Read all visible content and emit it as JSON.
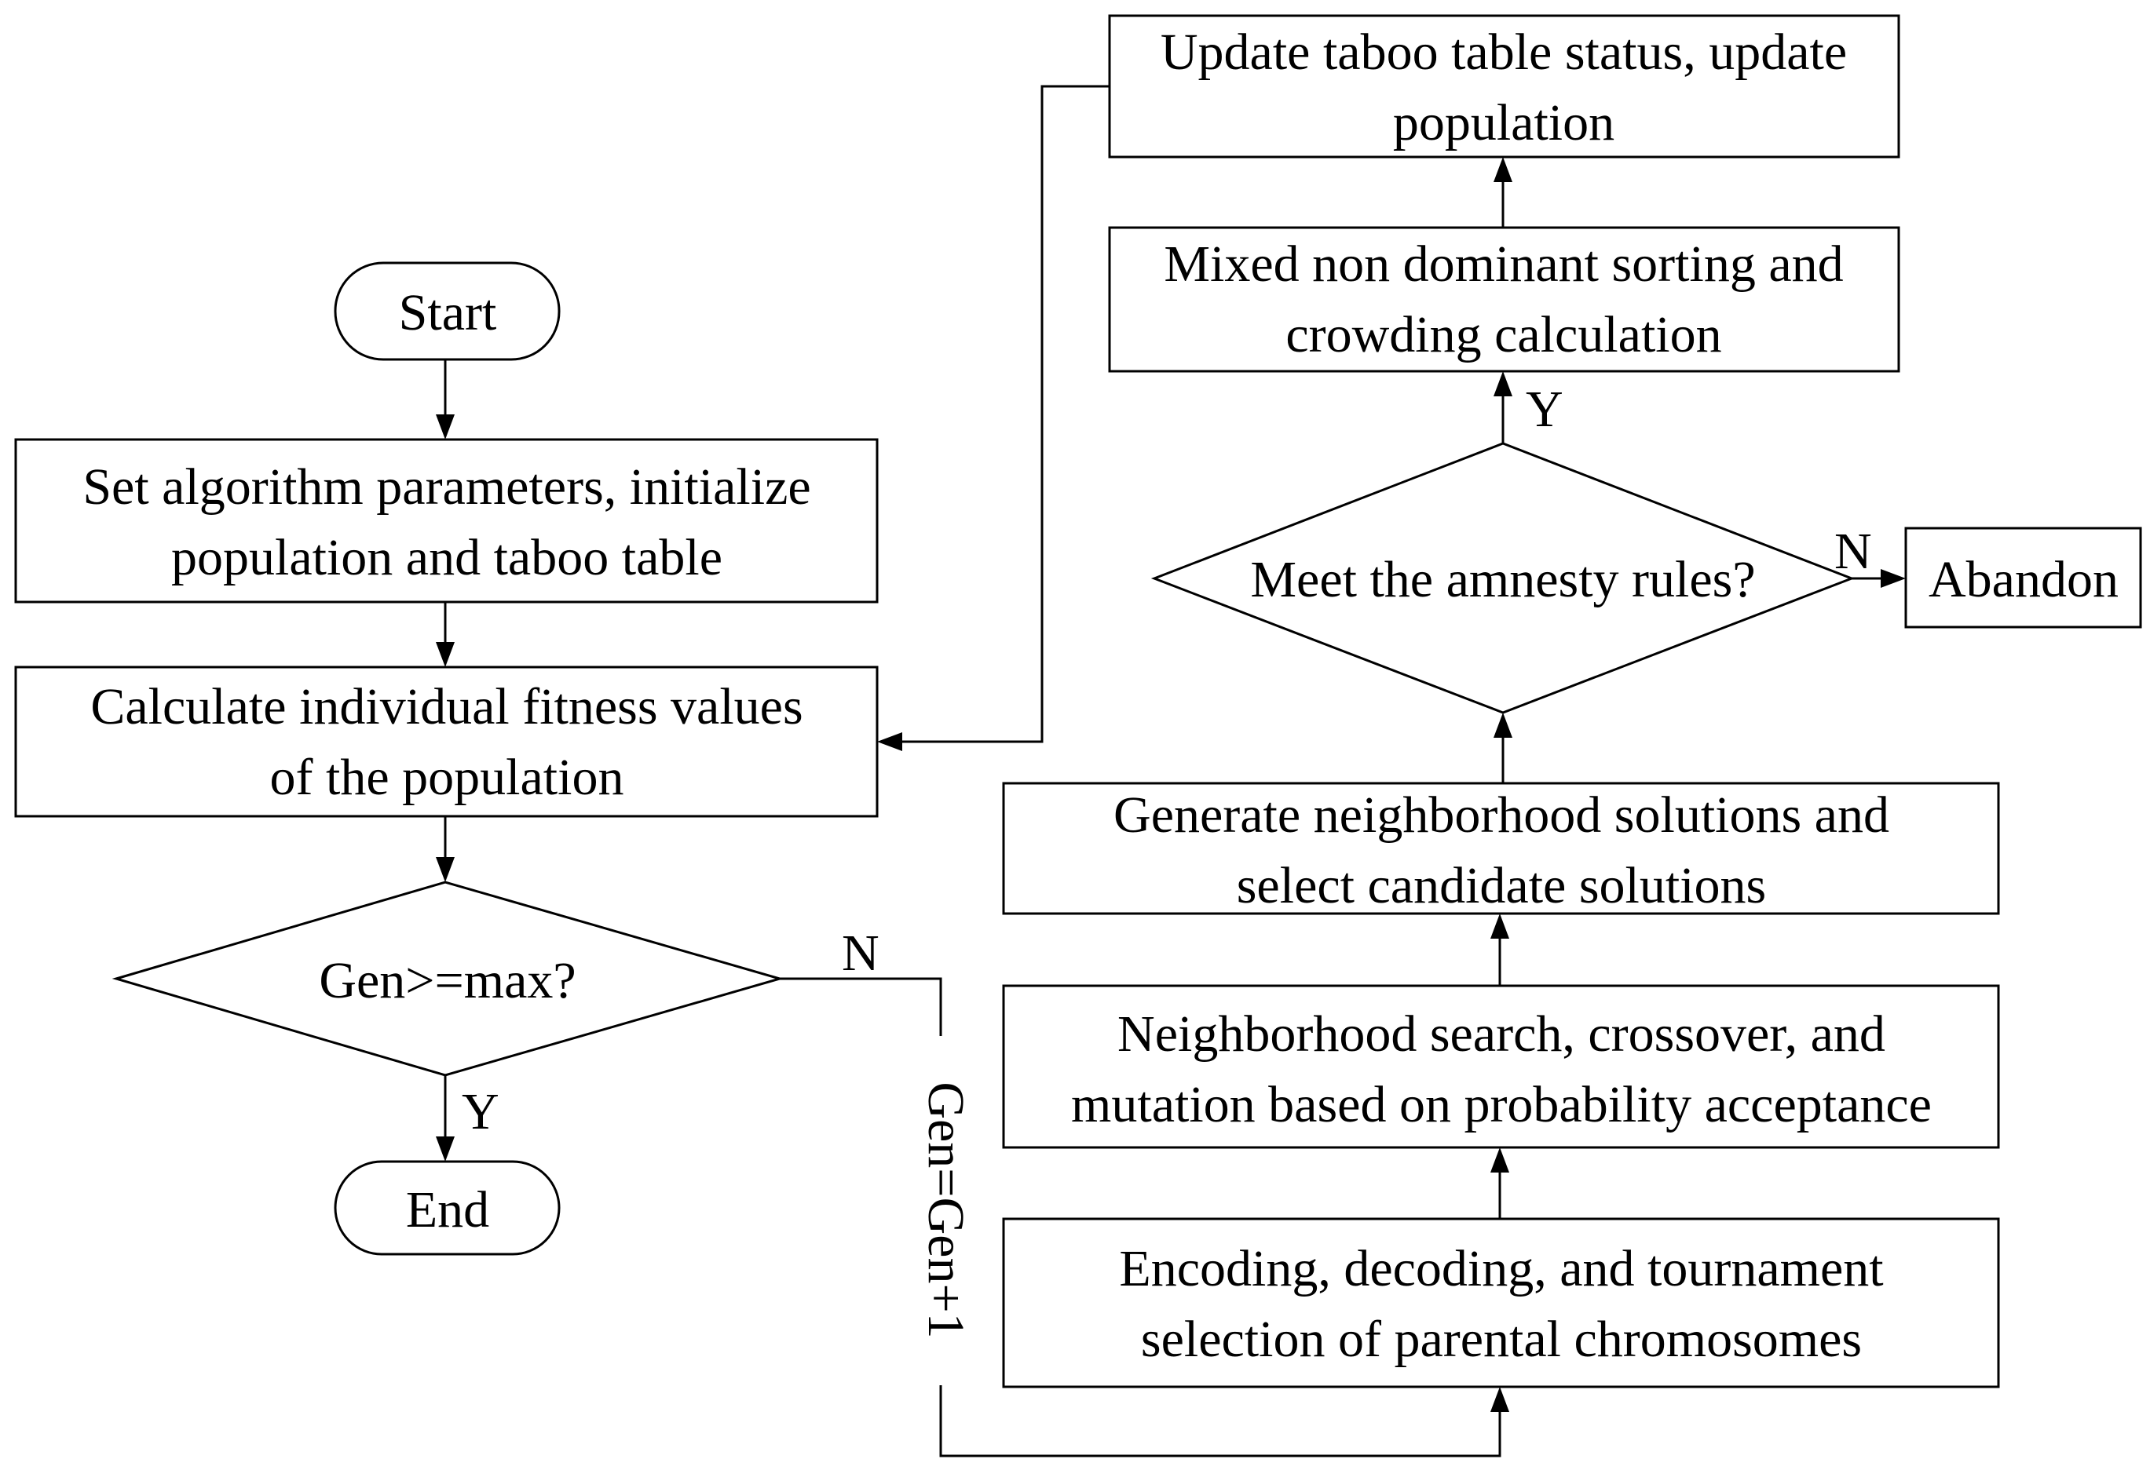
{
  "nodes": {
    "start": "Start",
    "set_params": [
      "Set algorithm parameters, initialize",
      "population and taboo table"
    ],
    "calc_fitness": [
      "Calculate individual fitness values",
      "of the population"
    ],
    "gen_check": "Gen>=max?",
    "end": "End",
    "encoding": [
      "Encoding, decoding, and tournament",
      "selection of parental chromosomes"
    ],
    "neighborhood_search": [
      "Neighborhood search, crossover, and",
      "mutation based on probability acceptance"
    ],
    "generate_neighborhood": [
      "Generate neighborhood solutions and",
      "select candidate solutions"
    ],
    "amnesty_check": "Meet the amnesty rules?",
    "abandon": "Abandon",
    "mixed_sorting": [
      "Mixed non dominant sorting and",
      "crowding calculation"
    ],
    "update_taboo": [
      "Update taboo table status, update",
      "population"
    ]
  },
  "labels": {
    "gen_yes": "Y",
    "gen_no": "N",
    "gen_increment": "Gen=Gen+1",
    "amnesty_yes": "Y",
    "amnesty_no": "N"
  }
}
